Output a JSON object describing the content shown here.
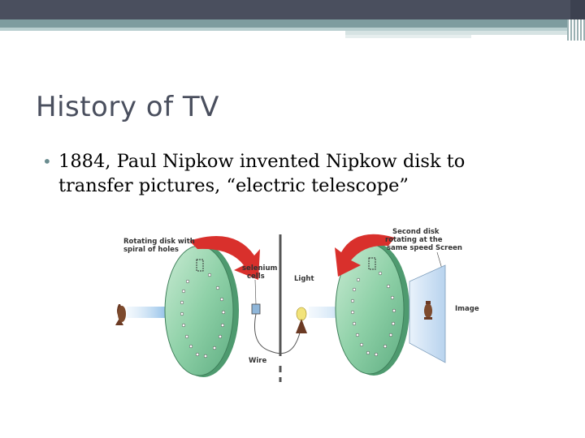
{
  "slide": {
    "title": "History of TV",
    "bullet_text": "1884, Paul Nipkow invented Nipkow disk to transfer pictures, “electric telescope”",
    "bullet_symbol": "•"
  },
  "figure": {
    "label_rotating_1": "Rotating disk with",
    "label_rotating_2": "spiral of holes",
    "label_selenium_1": "selenium",
    "label_selenium_2": "cells",
    "label_light": "Light",
    "label_wire": "Wire",
    "label_second_1": "Second disk",
    "label_second_2": "rotating at the",
    "label_second_3": "same speed",
    "label_screen": "Screen",
    "label_image": "Image"
  },
  "colors": {
    "topbar": "#4a4f5e",
    "accent": "#7e9c9f",
    "title_text": "#4a4f5e",
    "disk": "#7cc79a",
    "arrow_red": "#d9302c",
    "beam_blue": "#3d8fd6"
  }
}
